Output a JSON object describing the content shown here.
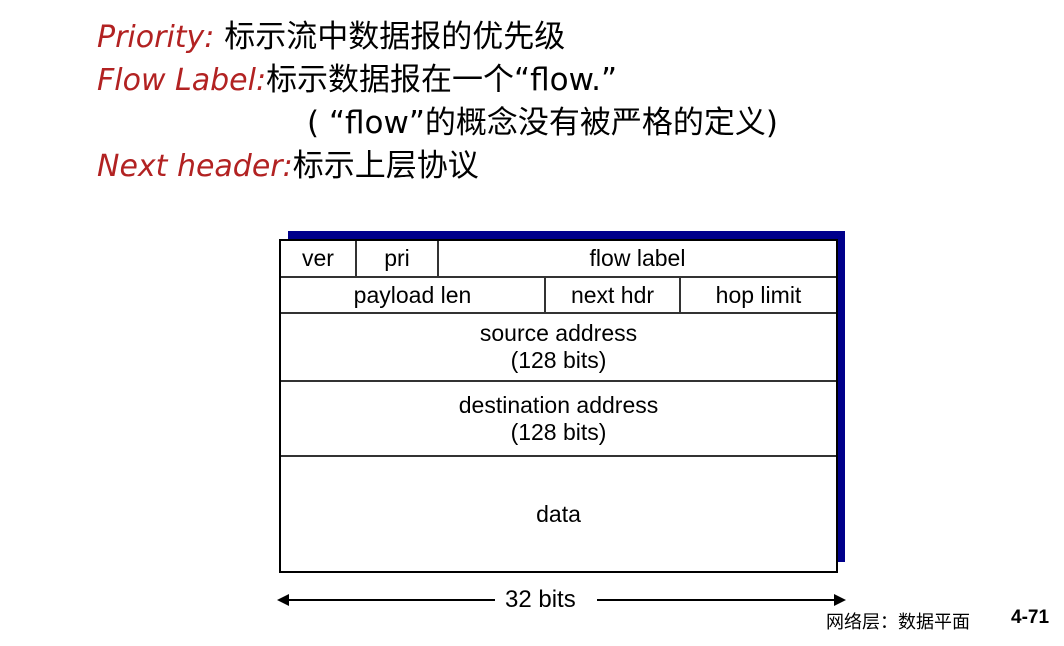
{
  "bullets": [
    {
      "term": "Priority:",
      "text": " 标示流中数据报的优先级"
    },
    {
      "term": "Flow Label:",
      "text": "标示数据报在一个“flow.”"
    },
    {
      "term": "",
      "text": "( “flow”的概念没有被严格的定义)"
    },
    {
      "term": "Next header:",
      "text": "标示上层协议"
    }
  ],
  "diagram": {
    "row1": [
      "ver",
      "pri",
      "flow label"
    ],
    "row2": [
      "payload len",
      "next hdr",
      "hop limit"
    ],
    "source": [
      "source address",
      "(128 bits)"
    ],
    "destination": [
      "destination address",
      "(128 bits)"
    ],
    "data": "data",
    "width_label": "32 bits",
    "shadow_color": "#00008b"
  },
  "footer": {
    "section": "网络层：数据平面",
    "page": "4-71"
  }
}
